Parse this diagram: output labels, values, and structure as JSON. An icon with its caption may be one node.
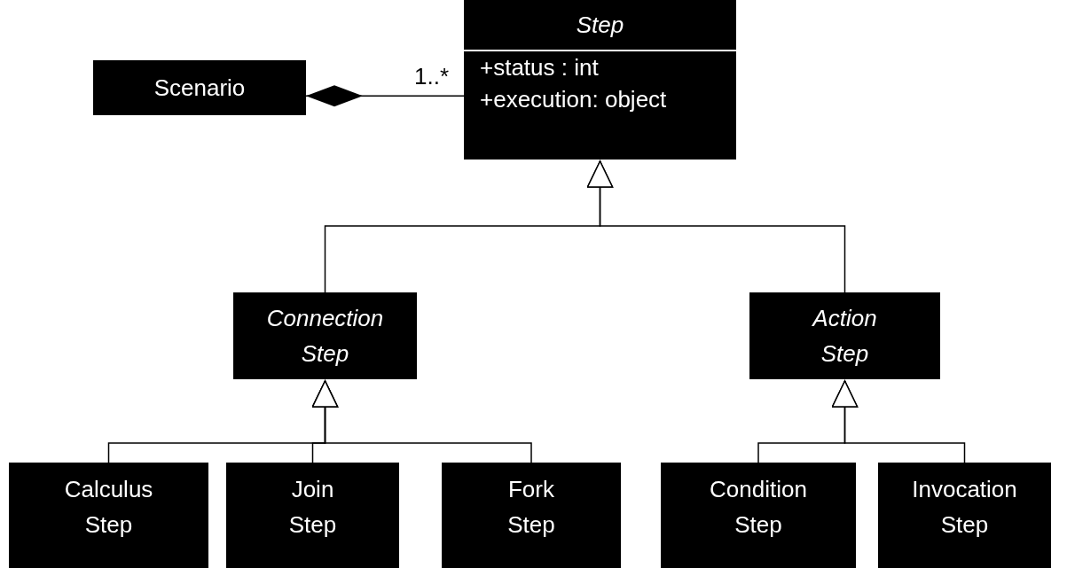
{
  "diagram": {
    "nodes": [
      {
        "text": [
          "Scenario"
        ]
      },
      {
        "text": [
          "Step",
          "+status : int",
          "+execution: object"
        ]
      },
      {
        "text": [
          "Connection Step"
        ]
      },
      {
        "text": [
          "Action Step"
        ]
      },
      {
        "text": [
          "Calculus Step"
        ]
      },
      {
        "text": [
          "Join Step"
        ]
      },
      {
        "text": [
          "Fork Step"
        ]
      },
      {
        "text": [
          "Condition Step"
        ]
      },
      {
        "text": [
          "Invocation Step"
        ]
      }
    ],
    "edges": [
      {
        "from": 0,
        "to": 1,
        "arrow": "other",
        "label": "1..*"
      },
      {
        "from": 2,
        "to": 1,
        "arrow": "to"
      },
      {
        "from": 3,
        "to": 1,
        "arrow": "to"
      },
      {
        "from": 4,
        "to": 2,
        "arrow": "to"
      },
      {
        "from": 5,
        "to": 2,
        "arrow": "to"
      },
      {
        "from": 6,
        "to": 2,
        "arrow": "to"
      },
      {
        "from": 7,
        "to": 3,
        "arrow": "to"
      },
      {
        "from": 8,
        "to": 3,
        "arrow": "to"
      }
    ]
  }
}
